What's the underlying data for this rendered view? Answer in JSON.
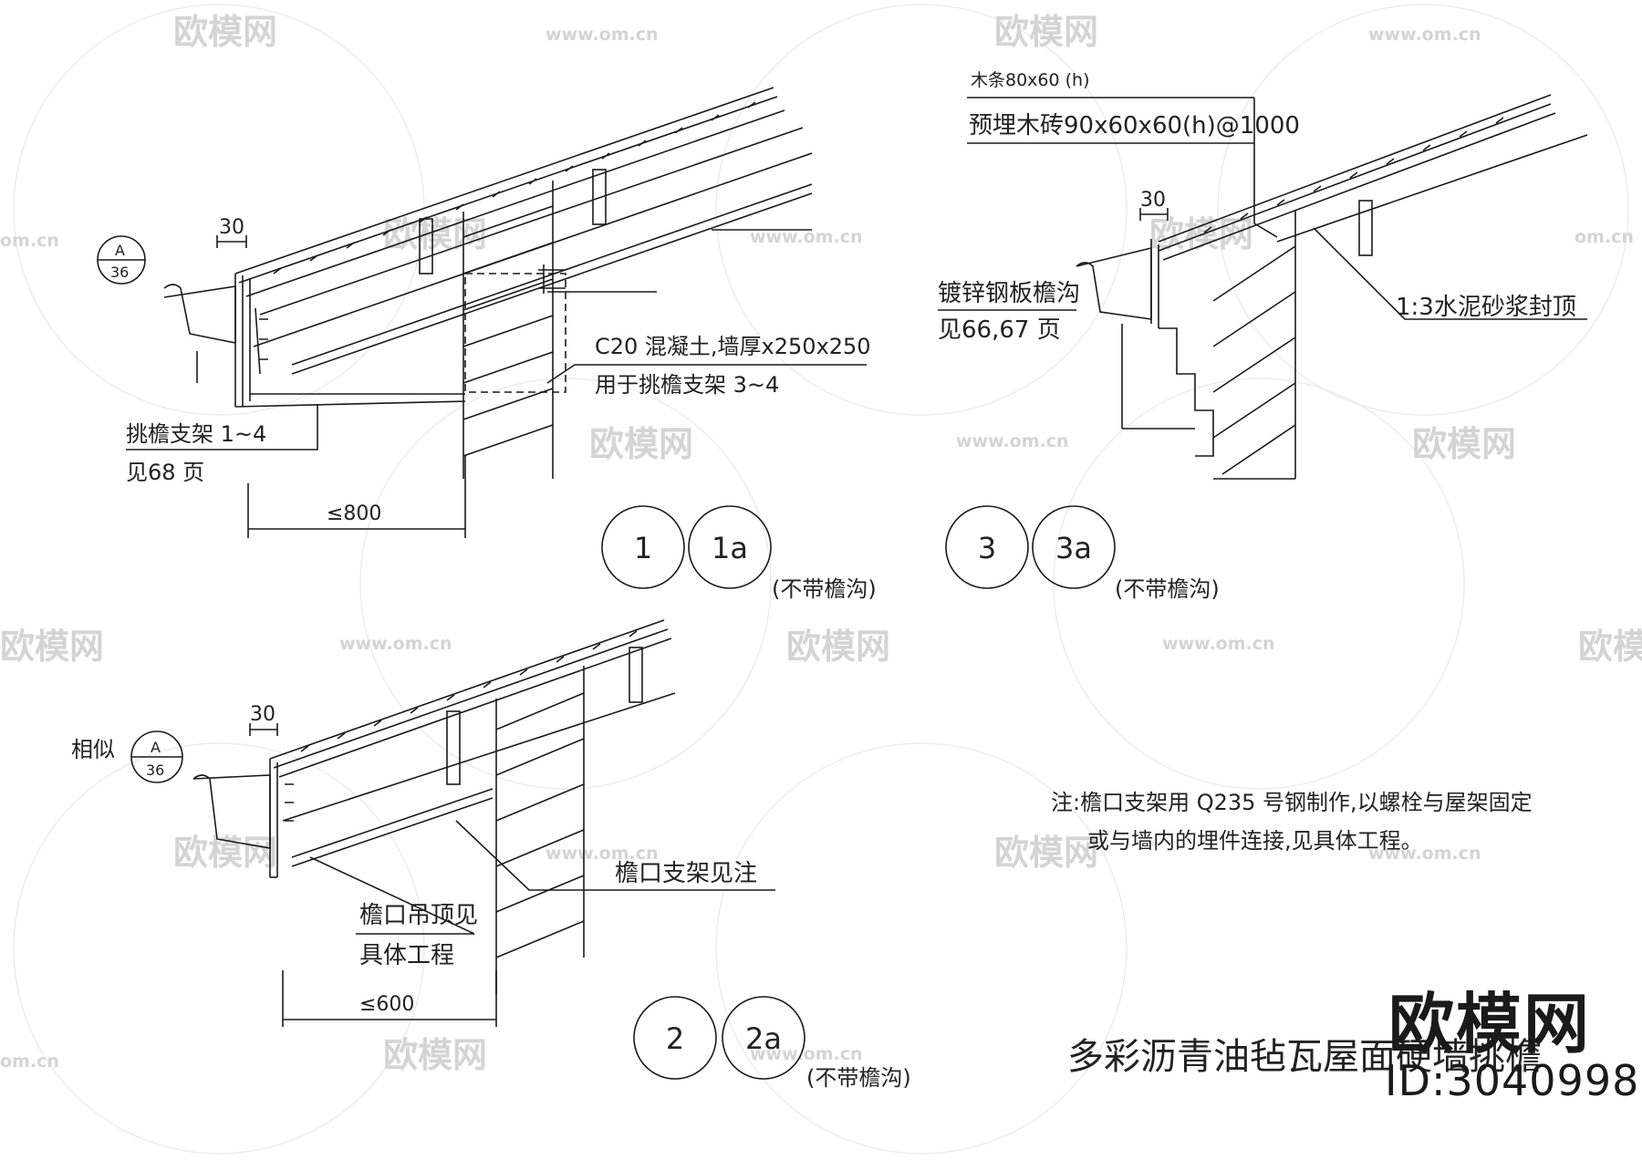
{
  "labels": {
    "d1_dim_top": "30",
    "d1_ref_letter": "A",
    "d1_ref_num": "36",
    "d1_c20_line1": "C20 混凝土,墙厚x250x250",
    "d1_c20_line2": "用于挑檐支架 3~4",
    "d1_bracket_line1": "挑檐支架 1~4",
    "d1_bracket_line2": "见68 页",
    "d1_dim_bottom": "≤800",
    "d3_timber": "木条80x60 (h)",
    "d3_brick": "预埋木砖90x60x60(h)@1000",
    "d3_dim_top": "30",
    "d3_gutter_line1": "镀锌钢板檐沟",
    "d3_gutter_line2": "见66,67 页",
    "d3_mortar": "1:3水泥砂浆封顶",
    "d2_similar": "相似",
    "d2_dim_top": "30",
    "d2_ref_letter": "A",
    "d2_ref_num": "36",
    "d2_support": "檐口支架见注",
    "d2_ceiling_line1": "檐口吊顶见",
    "d2_ceiling_line2": "具体工程",
    "d2_dim_bottom": "≤600",
    "note_line1": "注:檐口支架用 Q235 号钢制作,以螺栓与屋架固定",
    "note_line2": "或与墙内的埋件连接,见具体工程。",
    "sheet_title": "多彩沥青油毡瓦屋面硬墙挑檐"
  },
  "markers": {
    "m1": "1",
    "m1a": "1a",
    "m1_note": "(不带檐沟)",
    "m3": "3",
    "m3a": "3a",
    "m3_note": "(不带檐沟)",
    "m2": "2",
    "m2a": "2a",
    "m2_note": "(不带檐沟)"
  },
  "watermark": {
    "brand_cn": "欧模网",
    "url": "www.om.cn",
    "url_short": "om.cn",
    "id": "ID:3040998"
  }
}
